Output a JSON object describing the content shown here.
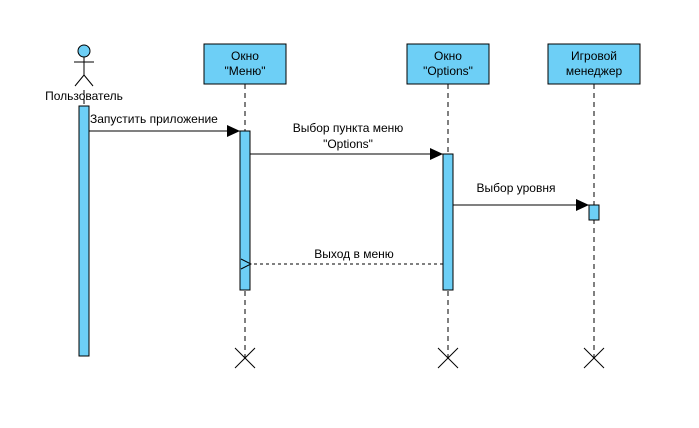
{
  "colors": {
    "box_fill": "#6dcff6",
    "box_stroke": "#000000",
    "line": "#000000",
    "background": "#ffffff"
  },
  "participants": [
    {
      "id": "user",
      "kind": "actor",
      "label": "Пользователь"
    },
    {
      "id": "menu",
      "kind": "box",
      "line1": "Окно",
      "line2": "\"Меню\""
    },
    {
      "id": "options",
      "kind": "box",
      "line1": "Окно",
      "line2": "\"Options\""
    },
    {
      "id": "manager",
      "kind": "box",
      "line1": "Игровой",
      "line2": "менеджер"
    }
  ],
  "messages": [
    {
      "from": "user",
      "to": "menu",
      "style": "solid",
      "label1": "Запустить приложение",
      "label2": ""
    },
    {
      "from": "menu",
      "to": "options",
      "style": "solid",
      "label1": "Выбор пункта меню",
      "label2": "\"Options\""
    },
    {
      "from": "options",
      "to": "manager",
      "style": "solid",
      "label1": "Выбор уровня",
      "label2": ""
    },
    {
      "from": "options",
      "to": "menu",
      "style": "dashed",
      "label1": "Выход в меню",
      "label2": ""
    }
  ]
}
